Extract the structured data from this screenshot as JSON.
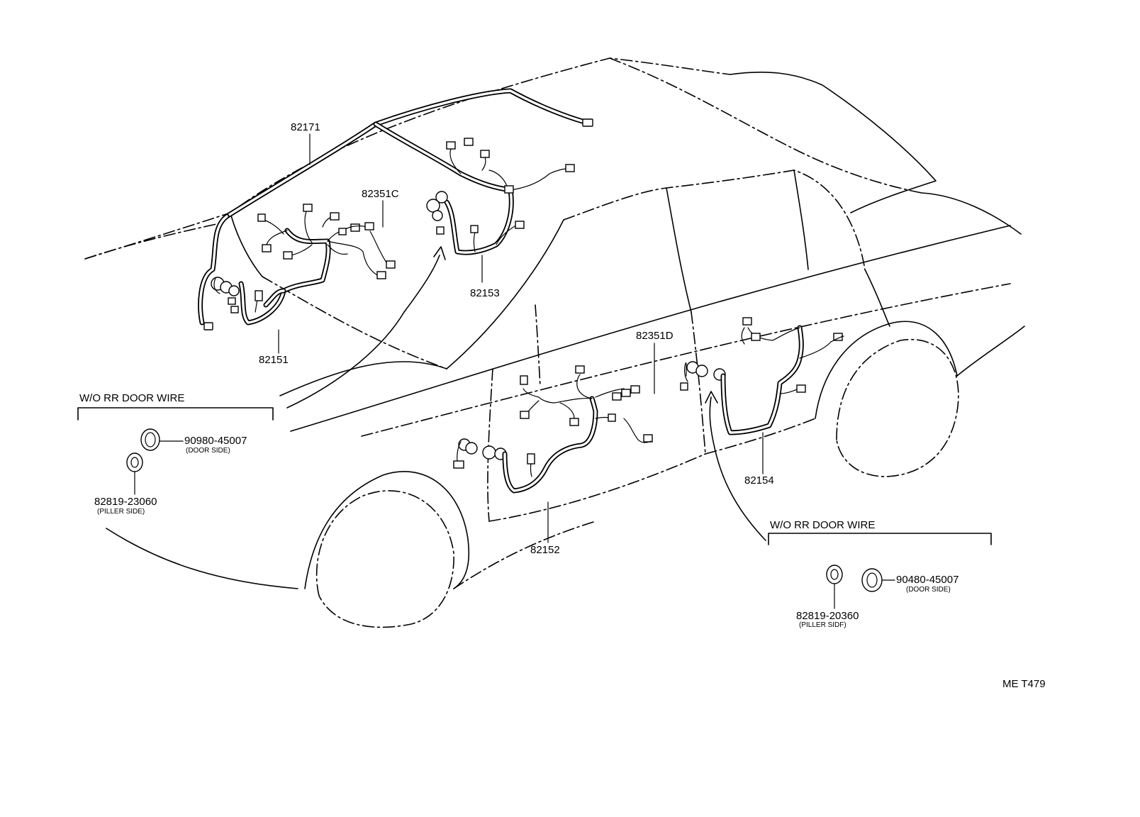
{
  "parts": {
    "p82171": "82171",
    "p82351c": "82351C",
    "p82153": "82153",
    "p82151": "82151",
    "p82351d": "82351D",
    "p82152": "82152",
    "p82154": "82154"
  },
  "left_box": {
    "header": "W/O RR DOOR WIRE",
    "door_part": "90980-45007",
    "door_note": "(DOOR SIDE)",
    "piller_part": "82819-23060",
    "piller_note": "(PILLER SIDE)"
  },
  "right_box": {
    "header": "W/O RR DOOR WIRE",
    "door_part": "90480-45007",
    "door_note": "(DOOR SIDE)",
    "piller_part": "82819-20360",
    "piller_note": "(PILLER SIDF)"
  },
  "figure_code": "ME T479"
}
